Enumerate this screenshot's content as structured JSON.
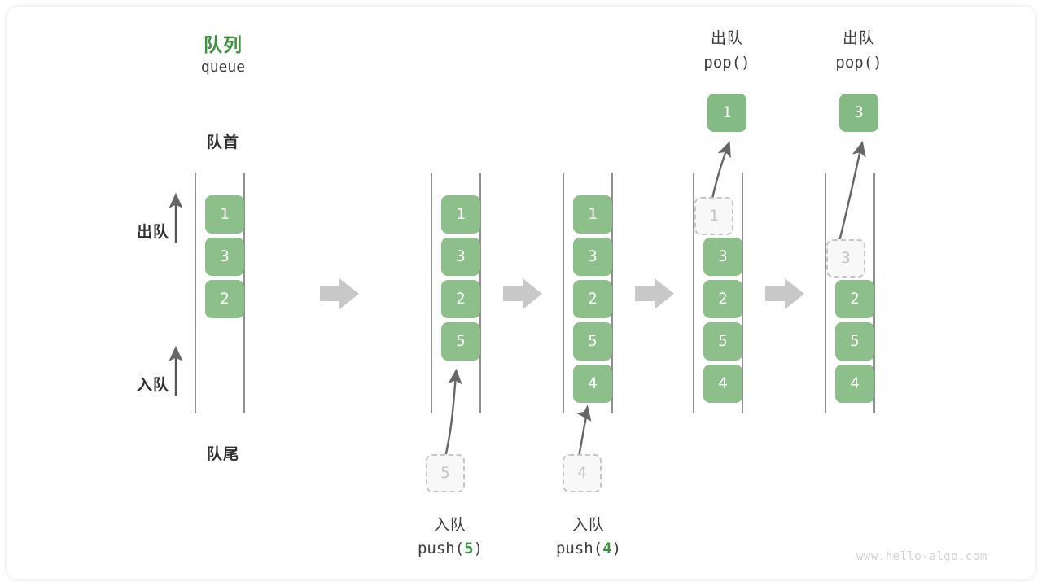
{
  "diagram": {
    "title_cn": "队列",
    "title_en": "queue",
    "head_label": "队首",
    "tail_label": "队尾",
    "dequeue_label": "出队",
    "enqueue_label": "入队",
    "watermark": "www.hello-algo.com",
    "accent_color": "#3f9142",
    "element_color": "#8cbf8a",
    "ghost_color": "#c3c3c3",
    "arrow_color": "#c8c8c8"
  },
  "steps": [
    {
      "id": "initial",
      "caption_cn": "",
      "caption_code_prefix": "",
      "caption_code_arg": "",
      "caption_code_suffix": "",
      "cells": [
        "1",
        "3",
        "2"
      ],
      "ghost_index": -1,
      "incoming": "",
      "popped": ""
    },
    {
      "id": "push-5",
      "caption_cn": "入队",
      "caption_code_prefix": "push(",
      "caption_code_arg": "5",
      "caption_code_suffix": ")",
      "cells": [
        "1",
        "3",
        "2",
        "5"
      ],
      "ghost_index": -1,
      "incoming": "5",
      "popped": ""
    },
    {
      "id": "push-4",
      "caption_cn": "入队",
      "caption_code_prefix": "push(",
      "caption_code_arg": "4",
      "caption_code_suffix": ")",
      "cells": [
        "1",
        "3",
        "2",
        "5",
        "4"
      ],
      "ghost_index": -1,
      "incoming": "4",
      "popped": ""
    },
    {
      "id": "pop-1",
      "caption_cn": "出队",
      "caption_code_prefix": "pop(",
      "caption_code_arg": "",
      "caption_code_suffix": ")",
      "cells": [
        "1",
        "3",
        "2",
        "5",
        "4"
      ],
      "ghost_index": 0,
      "incoming": "",
      "popped": "1"
    },
    {
      "id": "pop-3",
      "caption_cn": "出队",
      "caption_code_prefix": "pop(",
      "caption_code_arg": "",
      "caption_code_suffix": ")",
      "cells": [
        "3",
        "2",
        "5",
        "4"
      ],
      "ghost_index": 0,
      "incoming": "",
      "popped": "3"
    }
  ]
}
